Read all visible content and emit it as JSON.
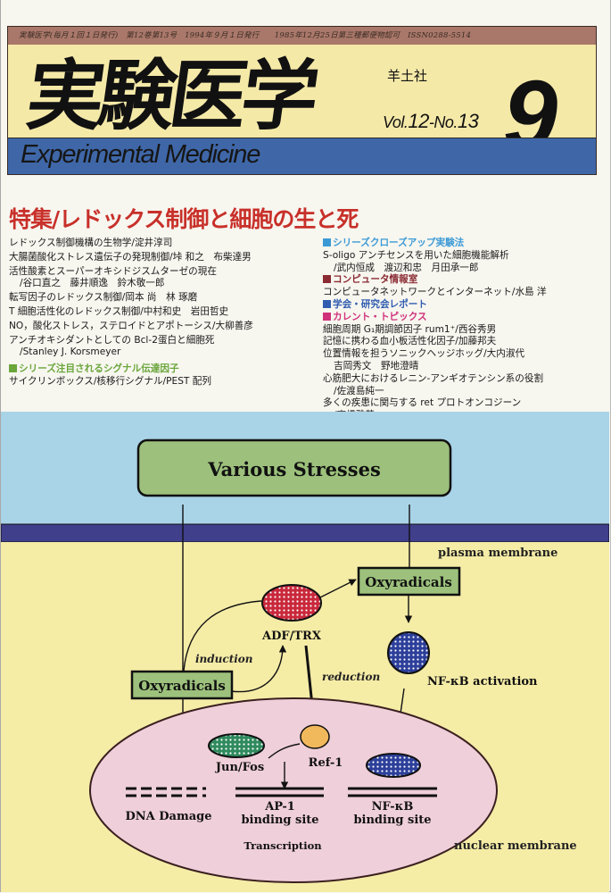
{
  "masthead": {
    "info_line": "実験医学(毎月１回１日発行)　第12巻第13号　1994年９月１日発行　　1985年12月25日第三種郵便物認可　ISSN0288-5514",
    "title_jp": "実験医学",
    "publisher": "羊土社",
    "vol_prefix": "Vol.",
    "vol_num": "12",
    "vol_sep": "-No.",
    "no_num": "13",
    "year": "1994",
    "month": "9",
    "title_en": "Experimental Medicine",
    "colors": {
      "info_bar": "#a9786a",
      "title_band": "#f5e9a8",
      "english_band": "#3f67a8"
    }
  },
  "feature": {
    "title": "特集/レドックス制御と細胞の生と死",
    "color": "#c8302a",
    "articles": [
      {
        "text": "レドックス制御機構の生物学/淀井淳司"
      },
      {
        "text": "大腸菌酸化ストレス遺伝子の発現制御/垰 和之　布柴達男"
      },
      {
        "text": "活性酸素とスーパーオキシドジスムターゼの現在"
      },
      {
        "text": "/谷口直之　藤井順逸　鈴木敬一郎",
        "indent": true
      },
      {
        "text": "転写因子のレドックス制御/岡本 尚　林 琢磨"
      },
      {
        "text": "T 細胞活性化のレドックス制御/中村和史　岩田哲史"
      },
      {
        "text": "NO，酸化ストレス，ステロイドとアポトーシス/大柳善彦"
      },
      {
        "text": "アンチオキシダントとしての Bcl-2蛋白と細胞死"
      },
      {
        "text": "/Stanley J. Korsmeyer",
        "indent": true
      }
    ],
    "left_series": {
      "heading": "シリーズ注目されるシグナル伝達因子",
      "color": "#6aa63b",
      "items": [
        "サイクリンボックス/核移行シグナル/PEST 配列"
      ]
    }
  },
  "right_columns": [
    {
      "heading": "シリーズクローズアップ実験法",
      "color": "#3b9ad6",
      "items": [
        {
          "text": "S-oligo アンチセンスを用いた細胞機能解析"
        },
        {
          "text": "/武内恒成　渡辺和忠　月田承一郎",
          "indent": true
        }
      ]
    },
    {
      "heading": "コンピュータ情報室",
      "color": "#8a2b33",
      "items": [
        {
          "text": "コンピュータネットワークとインターネット/水島 洋"
        }
      ]
    },
    {
      "heading": "学会・研究会レポート",
      "color": "#2f5cb0",
      "items": []
    },
    {
      "heading": "カレント・トピックス",
      "color": "#d0307a",
      "items": [
        {
          "text": "細胞周期 G₁期調節因子 rum1⁺/西谷秀男"
        },
        {
          "text": "記憶に携わる血小板活性化因子/加藤邦夫"
        },
        {
          "text": "位置情報を担うソニックヘッジホッグ/大内淑代"
        },
        {
          "text": "吉岡秀文　野地澄晴",
          "indent": true
        },
        {
          "text": "心筋肥大におけるレニン-アンギオテンシン系の役割"
        },
        {
          "text": "/佐渡島純一",
          "indent": true
        },
        {
          "text": "多くの疾患に関与する ret プロトオンコジーン"
        },
        {
          "text": "/高橋雅英",
          "indent": true
        }
      ]
    }
  ],
  "diagram": {
    "stress_box": "Various Stresses",
    "plasma_membrane": "plasma membrane",
    "oxyradicals_top": "Oxyradicals",
    "oxyradicals_left": "Oxyradicals",
    "adf_trx": "ADF/TRX",
    "induction": "induction",
    "reduction": "reduction",
    "nfkb_activation": "NF-κB activation",
    "jun_fos": "Jun/Fos",
    "ref1": "Ref-1",
    "dna_damage": "DNA Damage",
    "ap1_line1": "AP-1",
    "ap1_line2": "binding site",
    "nfkb_line1": "NF-κB",
    "nfkb_line2": "binding site",
    "transcription": "Transcription",
    "nuclear_membrane": "nuclear membrane",
    "colors": {
      "sky": "#a9d3e7",
      "membrane": "#3f3f8c",
      "cytoplasm": "#f5eca6",
      "box_green": "#9dc17c",
      "nucleus": "#efcfd9",
      "adf_red": "#c9283b",
      "nfkb_blue": "#2c3f9a",
      "jun_green": "#2f8a5e",
      "ref1_orange": "#f1b85c"
    }
  }
}
